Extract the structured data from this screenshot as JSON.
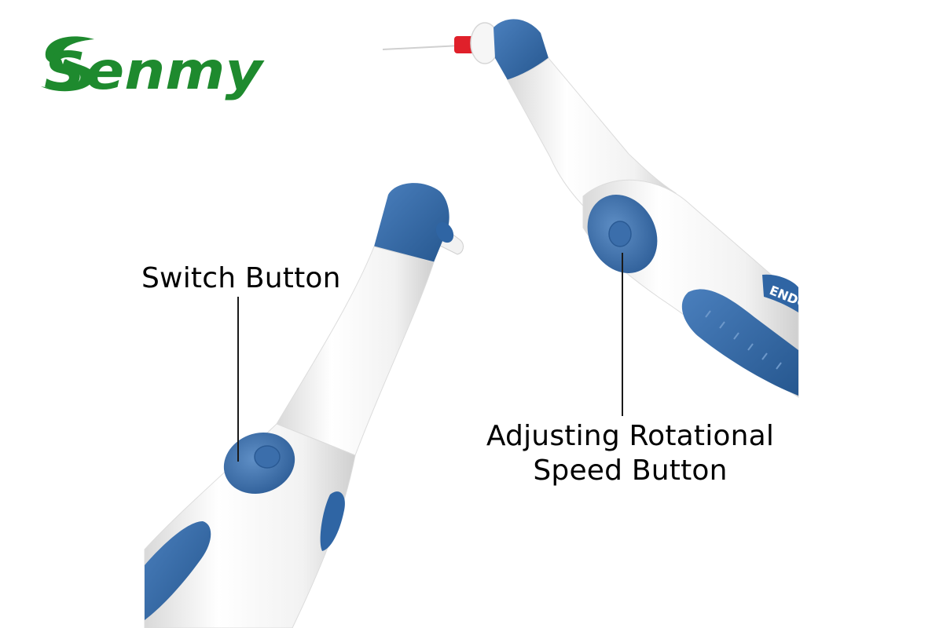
{
  "brand": {
    "logo_text": "Senmy",
    "logo_color": "#1e8a2e"
  },
  "handpiece_right": {
    "printed_text": "ENDO"
  },
  "callouts": {
    "switch_button": "Switch Button",
    "speed_button_line1": "Adjusting Rotational",
    "speed_button_line2": "Speed Button"
  },
  "colors": {
    "body_white": "#f4f4f4",
    "accent_blue": "#2f65a4",
    "tip_red": "#e0202a",
    "leader_line": "#1a1a1a"
  }
}
